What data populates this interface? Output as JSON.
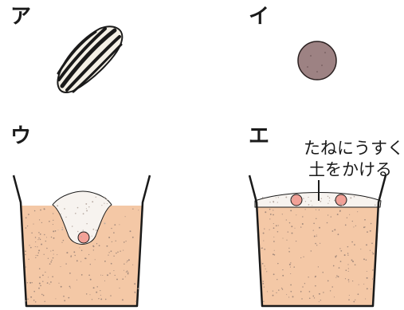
{
  "panels": {
    "a": {
      "label": "ア"
    },
    "b": {
      "label": "イ"
    },
    "c": {
      "label": "ウ"
    },
    "d": {
      "label": "エ",
      "annotation_line1": "たねにうすく",
      "annotation_line2": "土をかける"
    }
  },
  "colors": {
    "soil": "#f4c8a6",
    "soil_speck": "#a48a7c",
    "cover_soil": "#f7f3ef",
    "seed_pink": "#f2a197",
    "round_seed": "#9d8283",
    "outline": "#1a1a1a"
  },
  "icons": {
    "sunflower_seed": "sunflower-seed-icon",
    "round_seed": "round-seed-icon",
    "pot_deep": "pot-deep-planting-icon",
    "pot_shallow": "pot-shallow-planting-icon"
  }
}
